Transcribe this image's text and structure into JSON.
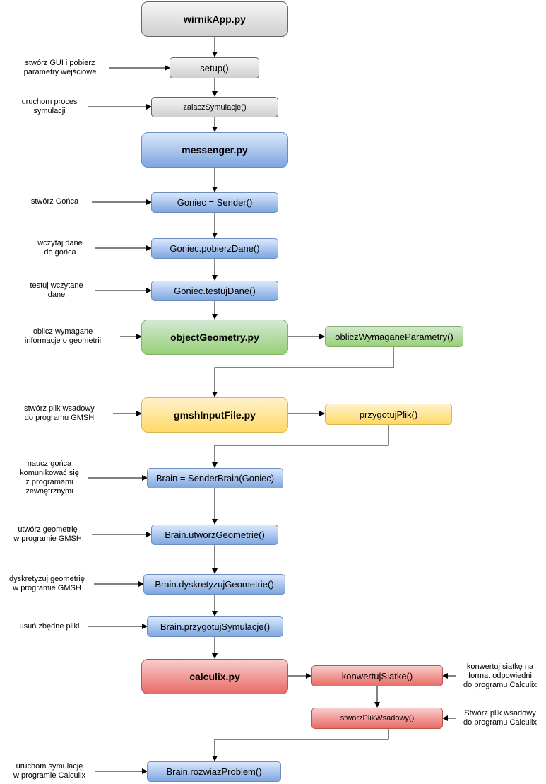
{
  "nodes": {
    "wirnik": "wirnikApp.py",
    "setup": "setup()",
    "zalacz": "zalaczSymulacje()",
    "messenger": "messenger.py",
    "goniec_sender": "Goniec = Sender()",
    "goniec_pobierz": "Goniec.pobierzDane()",
    "goniec_testuj": "Goniec.testujDane()",
    "object_geometry": "objectGeometry.py",
    "oblicz_parametry": "obliczWymaganeParametry()",
    "gmsh_input": "gmshInputFile.py",
    "przygotuj_plik": "przygotujPlik()",
    "brain_sender": "Brain = SenderBrain(Goniec)",
    "brain_utworz": "Brain.utworzGeometrie()",
    "brain_dyskretyzuj": "Brain.dyskretyzujGeometrie()",
    "brain_przygotuj": "Brain.przygotujSymulacje()",
    "calculix": "calculix.py",
    "konwertuj": "konwertujSiatke()",
    "stworz_plik": "stworzPlikWsadowy()",
    "brain_rozwiaz": "Brain.rozwiazProblem()"
  },
  "notes": {
    "setup": "stwórz GUI i pobierz\nparametry wejściowe",
    "zalacz": "uruchom proces\nsymulacji",
    "goniec_sender": "stwórz Gońca",
    "goniec_pobierz": "wczytaj dane\ndo gońca",
    "goniec_testuj": "testuj wczytane\ndane",
    "object_geometry": "oblicz wymagane\ninformacje o geometrii",
    "gmsh_input": "stwórz plik wsadowy\ndo programu GMSH",
    "brain_sender": "naucz gońca\nkomunikować się\nz programami\nzewnętrznymi",
    "brain_utworz": "utwórz geometrię\nw programie GMSH",
    "brain_dyskretyzuj": "dyskretyzuj geometrię\nw programie GMSH",
    "brain_przygotuj": "usuń zbędne pliki",
    "konwertuj": "konwertuj siatkę na\nformat odpowiedni\ndo programu Calculix",
    "stworz_plik": "Stwórz plik wsadowy\ndo programu Calculix",
    "brain_rozwiaz": "uruchom symulację\nw programie Calculix"
  },
  "colors": {
    "gray": "#cfcfcf",
    "blue": "#7ea6e0",
    "green": "#97d077",
    "yellow": "#ffd966",
    "red": "#ea6b66",
    "edge": "#000000"
  }
}
